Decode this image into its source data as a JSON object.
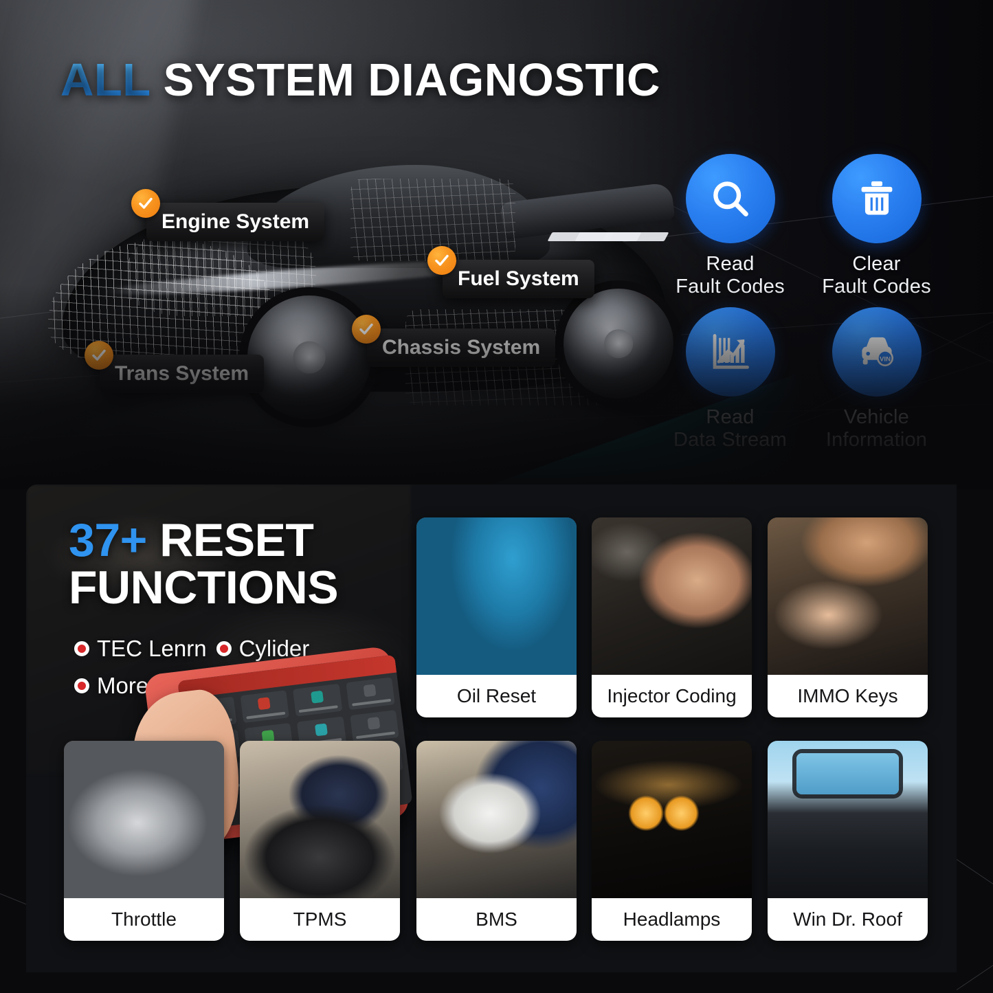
{
  "hero": {
    "title_accent": "ALL",
    "title_rest": " SYSTEM DIAGNOSTIC",
    "system_tags": [
      {
        "label": "Engine System",
        "icon": "check-badge-icon"
      },
      {
        "label": "Fuel System",
        "icon": "check-badge-icon"
      },
      {
        "label": "Chassis System",
        "icon": "check-badge-icon"
      },
      {
        "label": "Trans System",
        "icon": "check-badge-icon"
      }
    ],
    "features": [
      {
        "label": "Read\nFault Codes",
        "icon": "magnifier-icon"
      },
      {
        "label": "Clear\nFault Codes",
        "icon": "trash-icon"
      },
      {
        "label": "Read\nData Stream",
        "icon": "bar-chart-arrow-icon"
      },
      {
        "label": "Vehicle\nInformation",
        "icon": "car-vin-icon"
      }
    ]
  },
  "reset": {
    "heading_num": "37+",
    "heading_word": " RESET",
    "heading_line2": "FUNCTIONS",
    "bullets": [
      "TEC Lenrn",
      "Cylider",
      "More..."
    ],
    "cards": [
      {
        "label": "Oil Reset",
        "image": "oil-pouring-photo"
      },
      {
        "label": "Injector Coding",
        "image": "injector-hand-photo"
      },
      {
        "label": "IMMO Keys",
        "image": "car-key-handover-photo"
      },
      {
        "label": "Throttle",
        "image": "throttle-body-photo"
      },
      {
        "label": "TPMS",
        "image": "tire-sensor-photo"
      },
      {
        "label": "BMS",
        "image": "car-battery-photo"
      },
      {
        "label": "Headlamps",
        "image": "headlight-photo"
      },
      {
        "label": "Win Dr. Roof",
        "image": "sunroof-interior-photo"
      }
    ]
  },
  "colors": {
    "accent_blue": "#2f93ef",
    "badge_orange": "#f7931e",
    "bullet_red": "#d8282a",
    "card_caption_bg": "#ffffff",
    "panel_bg": "#0f1114"
  }
}
